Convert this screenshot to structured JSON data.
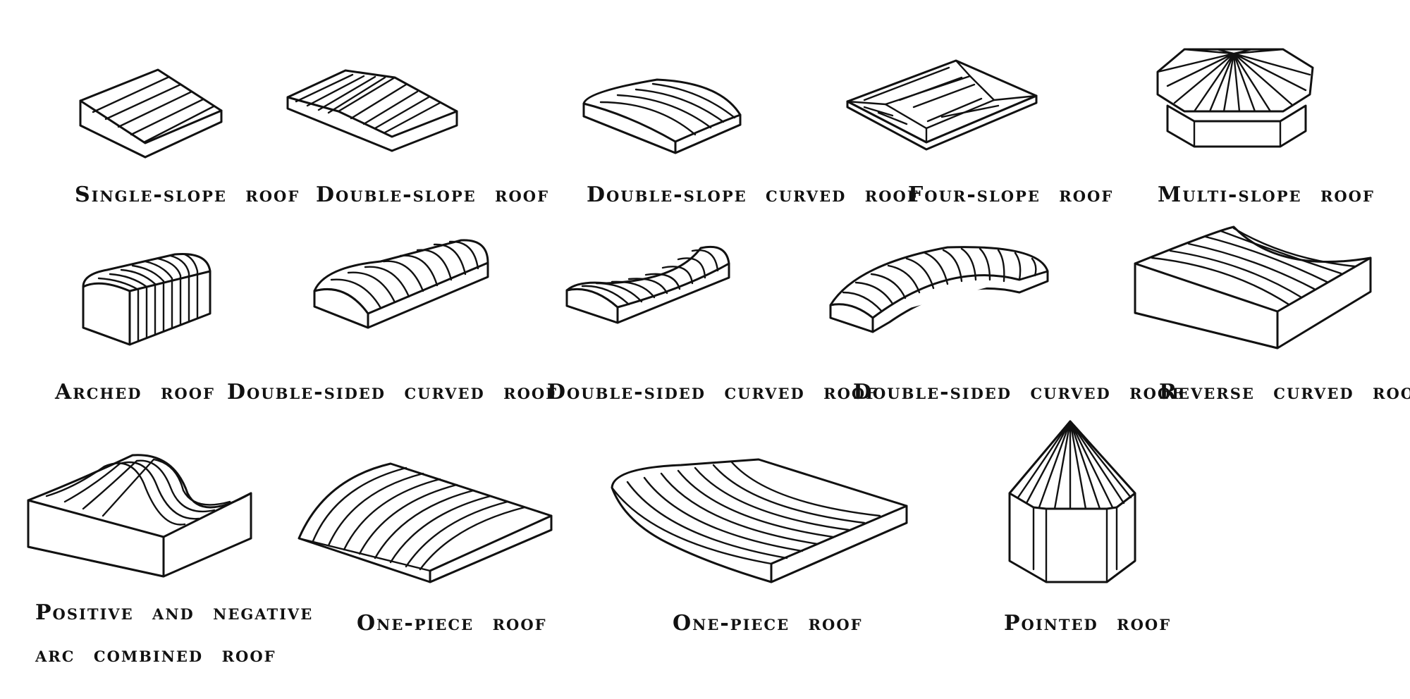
{
  "roofs": [
    {
      "label": "Single-slope roof",
      "icon": "single-slope-roof-icon"
    },
    {
      "label": "Double-slope roof",
      "icon": "double-slope-roof-icon"
    },
    {
      "label": "Double-slope curved roof",
      "icon": "double-slope-curved-roof-icon"
    },
    {
      "label": "Four-slope roof",
      "icon": "four-slope-roof-icon"
    },
    {
      "label": "Multi-slope roof",
      "icon": "multi-slope-roof-icon"
    },
    {
      "label": "Arched roof",
      "icon": "arched-roof-icon"
    },
    {
      "label": "Double-sided curved roof",
      "icon": "double-sided-curved-roof-icon"
    },
    {
      "label": "Double-sided curved roof",
      "icon": "double-sided-curved-roof-concave-icon"
    },
    {
      "label": "Double-sided curved roof",
      "icon": "double-sided-curved-roof-arc-icon"
    },
    {
      "label": "Reverse curved roof",
      "icon": "reverse-curved-roof-icon"
    },
    {
      "label_line1": "Positive and negative",
      "label_line2": "arc combined roof",
      "icon": "wave-roof-icon"
    },
    {
      "label": "One-piece roof",
      "icon": "one-piece-roof-icon"
    },
    {
      "label": "One-piece roof",
      "icon": "one-piece-roof-sweep-icon"
    },
    {
      "label": "Pointed roof",
      "icon": "pointed-roof-icon"
    }
  ]
}
